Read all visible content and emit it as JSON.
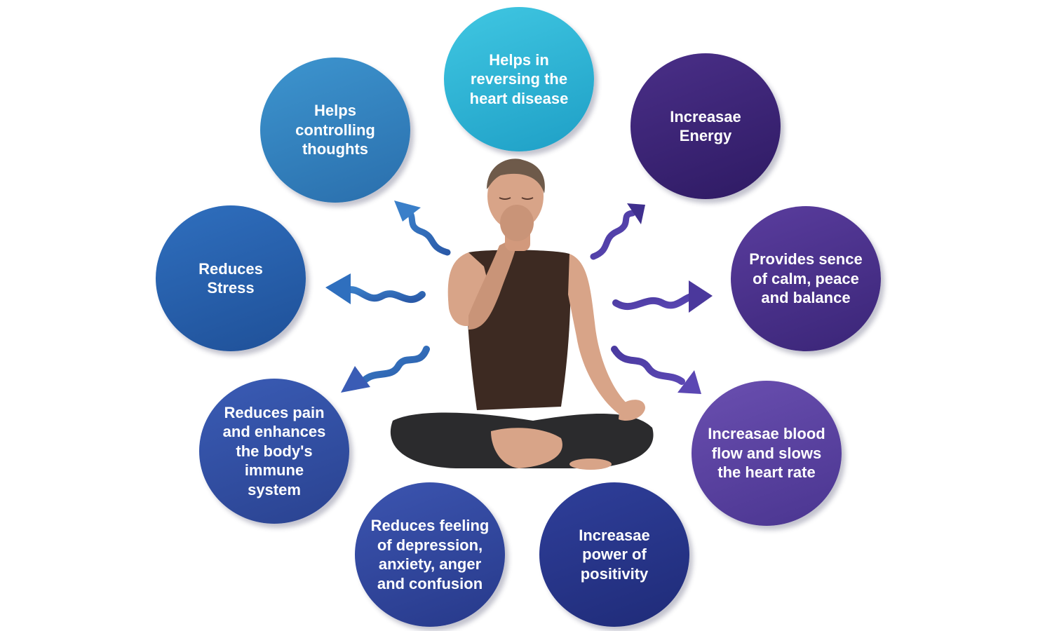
{
  "benefits": [
    {
      "label": "Helps in reversing the heart disease",
      "color_top": "#40c7e2",
      "color_bottom": "#1e9fc6"
    },
    {
      "label": "Increasae Energy",
      "color_top": "#4a2f88",
      "color_bottom": "#2e1a63"
    },
    {
      "label": "Provides sence of calm, peace and balance",
      "color_top": "#5a3d9e",
      "color_bottom": "#3a2577"
    },
    {
      "label": "Increasae blood flow and slows the heart rate",
      "color_top": "#6a4fb0",
      "color_bottom": "#4a3590"
    },
    {
      "label": "Increasae power of positivity",
      "color_top": "#2f3f9a",
      "color_bottom": "#1f2b78"
    },
    {
      "label": "Reduces feeling of depression, anxiety, anger and confusion",
      "color_top": "#3c55b0",
      "color_bottom": "#27398a"
    },
    {
      "label": "Reduces pain and enhances the body's immune system",
      "color_top": "#3a5cb5",
      "color_bottom": "#2a4290"
    },
    {
      "label": "Reduces Stress",
      "color_top": "#2f6fbe",
      "color_bottom": "#1f5098"
    },
    {
      "label": "Helps controlling thoughts",
      "color_top": "#3d95cf",
      "color_bottom": "#2a6eac"
    }
  ],
  "icons": {
    "arrow": "wavy-arrow-icon",
    "person": "meditating-woman-figure"
  },
  "colors": {
    "skin": "#d8a488",
    "top": "#3d2a22",
    "pants": "#2b2b2d",
    "hair": "#6e5a4a"
  }
}
